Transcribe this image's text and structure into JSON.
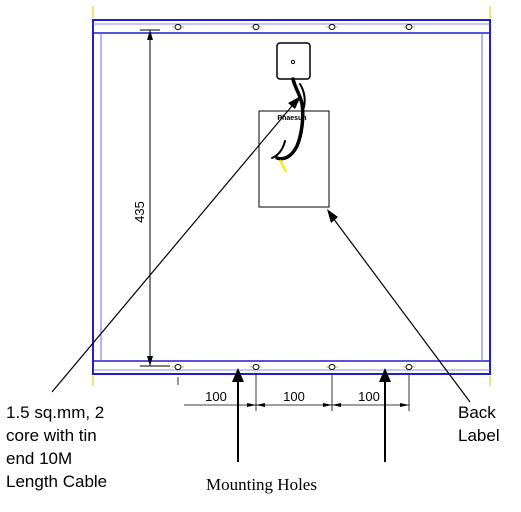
{
  "colors": {
    "frame": "#1f1fd0",
    "frame_inner": "#6a6ae8",
    "tick": "#d9c900",
    "line": "#000000",
    "wire_end": "#ffe600"
  },
  "dimensions": {
    "height": "435",
    "spacing_1": "100",
    "spacing_2": "100",
    "spacing_3": "100"
  },
  "label": {
    "brand": "Phaesun"
  },
  "callouts": {
    "cable": [
      "1.5 sq.mm, 2",
      "core with tin",
      "end 10M",
      "Length Cable"
    ],
    "back_label": [
      "Back",
      "Label"
    ],
    "mounting": "Mounting Holes"
  }
}
